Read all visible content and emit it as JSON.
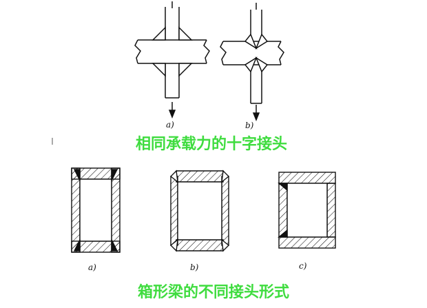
{
  "top_section": {
    "label_a": "a)",
    "label_b": "b)",
    "caption": "相同承载力的十字接头"
  },
  "bottom_section": {
    "label_a": "a)",
    "label_b": "b)",
    "label_c": "c)",
    "caption": "箱形梁的不同接头形式"
  },
  "colors": {
    "ink": "#111111",
    "caption": "#3fdc3f"
  }
}
